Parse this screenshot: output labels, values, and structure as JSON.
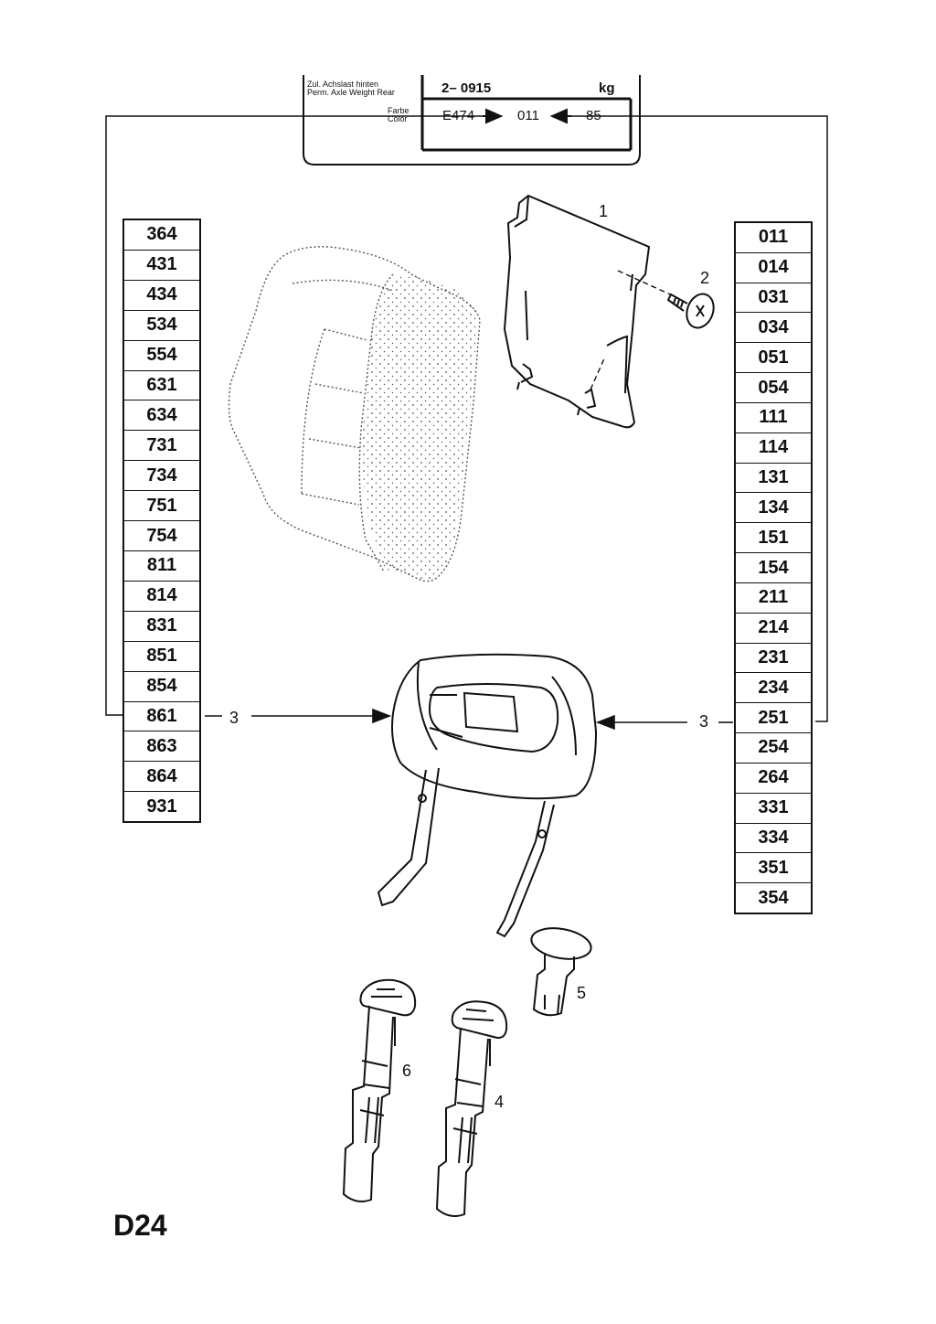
{
  "plate": {
    "label_de": "Zul. Achslast hinten",
    "label_en": "Perm. Axle Weight Rear",
    "weight_value": "2– 0915",
    "weight_unit": "kg",
    "color_label_de": "Farbe",
    "color_label_en": "Color",
    "color_left": "E474",
    "color_mid": "011",
    "color_right": "85"
  },
  "left_codes": [
    "364",
    "431",
    "434",
    "534",
    "554",
    "631",
    "634",
    "731",
    "734",
    "751",
    "754",
    "811",
    "814",
    "831",
    "851",
    "854",
    "861",
    "863",
    "864",
    "931"
  ],
  "right_codes": [
    "011",
    "014",
    "031",
    "034",
    "051",
    "054",
    "111",
    "114",
    "131",
    "134",
    "151",
    "154",
    "211",
    "214",
    "231",
    "234",
    "251",
    "254",
    "264",
    "331",
    "334",
    "351",
    "354"
  ],
  "callouts": {
    "p1": "1",
    "p2": "2",
    "p3_left": "3",
    "p3_right": "3",
    "p4": "4",
    "p5": "5",
    "p6": "6"
  },
  "page_code": "D24"
}
